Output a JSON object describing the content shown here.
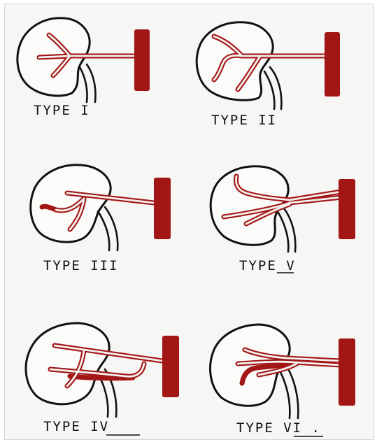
{
  "panels": [
    {
      "id": "type-1",
      "label": "TYPE I"
    },
    {
      "id": "type-2",
      "label": "TYPE II"
    },
    {
      "id": "type-3",
      "label": "TYPE III"
    },
    {
      "id": "type-5",
      "label": "TYPE V"
    },
    {
      "id": "type-4",
      "label": "TYPE IV"
    },
    {
      "id": "type-6",
      "label": "TYPE VI ."
    }
  ],
  "colors": {
    "vessel": "#a31616",
    "outline": "#111111",
    "paper": "#f6f6f4"
  }
}
